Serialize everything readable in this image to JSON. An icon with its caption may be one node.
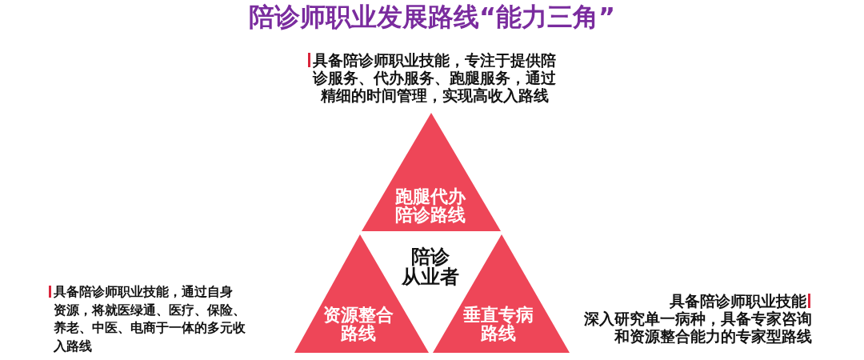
{
  "diagram": {
    "title": "陪诊师职业发展路线“能力三角”",
    "nodes": [
      {
        "text": [
          "跑腿代办陪诊路线"
        ],
        "beside": [
          "具备陪诊师职业技能，专注于提供陪诊服务、代办服务、跑腿服务，通过精细的时间管理，实现高收入路线"
        ]
      },
      {
        "text": [
          "资源整合路线"
        ]
      },
      {
        "text": [
          "陪诊从业者"
        ]
      },
      {
        "text": [
          "垂直专病路线"
        ],
        "beside": [
          "具备陪诊师职业技能",
          "深入研究单一病种，具备专家咨询和资源整合能力的专家型路线"
        ]
      }
    ],
    "labels": [
      "具备陪诊师职业技能，通过自身资源，将就医绿通、医疗、保险、养老、中医、电商于一体的多元收入路线"
    ]
  }
}
